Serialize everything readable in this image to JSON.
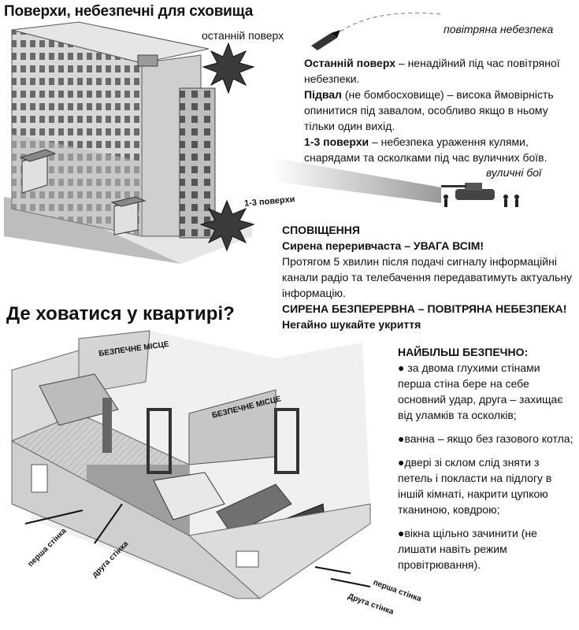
{
  "top": {
    "title": "Поверхи, небезпечні для сховища",
    "label_top_floor": "останній поверх",
    "label_air": "повітряна небезпека",
    "label_street": "вуличні бої",
    "label_floors": "1-3 поверхи",
    "item1_bold": "Останній поверх",
    "item1_rest": " – ненадійний під час повітряної небезпеки.",
    "item2_bold": "Підвал",
    "item2_rest": " (не бомбосховище) – висока ймовірність опинитися під завалом,  особливо якщо в ньому тільки один вихід.",
    "item3_bold": "1-3 поверхи",
    "item3_rest": " – небезпека ураження кулями, снарядами та осколками під час вуличних боїв."
  },
  "alerts": {
    "heading": "СПОВІЩЕННЯ",
    "line1": "Сирена переривчаста – УВАГА ВСІМ!",
    "line2": "Протягом 5 хвилин після подачі сигналу інформаційні канали радіо та телебачення передаватимуть актуальну інформацію.",
    "line3": "СИРЕНА БЕЗПЕРЕРВНА – ПОВІТРЯНА НЕБЕЗПЕКА!",
    "line4": "Негайно шукайте укриття"
  },
  "bottom": {
    "title": "Де ховатися у квартирі?",
    "safe_place_1": "БЕЗПЕЧНЕ МІСЦЕ",
    "safe_place_2": "БЕЗПЕЧНЕ МІСЦЕ",
    "wall_first_1": "перша стінка",
    "wall_second_1": "друга стінка",
    "wall_first_2": "перша стінка",
    "wall_second_2": "Друга стінка",
    "safest_heading": "НАЙБІЛЬШ БЕЗПЕЧНО:",
    "bullet1": "● за двома глухими стінами перша стіна бере на себе основний удар, друга – захищає від уламків та осколків;",
    "bullet2": "●ванна – якщо без газового котла;",
    "bullet3": "●двері зі склом слід зняти з петель і покласти на підлогу в іншій кімнаті, накрити цупкою тканиною, ковдрою;",
    "bullet4": "●вікна щільно зачинити (не лишати навіть режим провітрювання)."
  }
}
